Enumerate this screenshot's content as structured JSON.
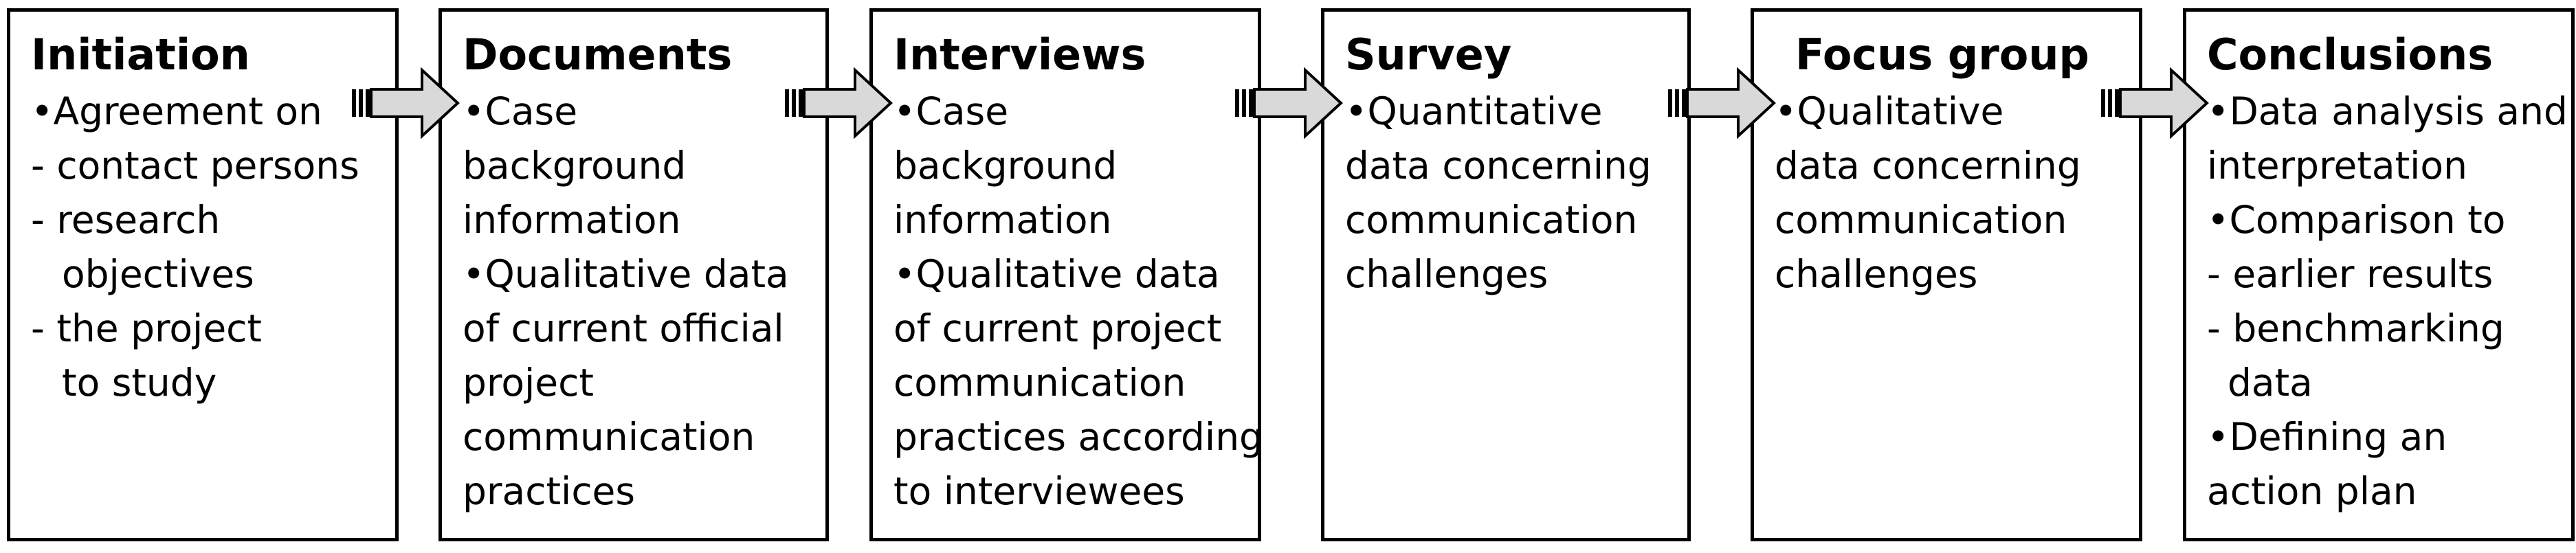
{
  "stages": [
    {
      "title": "Initiation",
      "lines": [
        "•Agreement on",
        "- contact persons",
        "- research",
        "   objectives",
        "- the project",
        "   to study"
      ]
    },
    {
      "title": "Documents",
      "lines": [
        "•Case",
        "background",
        "information",
        "•Qualitative data",
        "of current official",
        "project",
        "communication",
        "practices"
      ]
    },
    {
      "title": "Interviews",
      "lines": [
        "•Case",
        "background",
        "information",
        "•Qualitative data",
        "of current project",
        "communication",
        "practices according",
        "to interviewees"
      ]
    },
    {
      "title": "Survey",
      "lines": [
        "•Quantitative",
        "data concerning",
        "communication",
        "challenges"
      ]
    },
    {
      "title": "Focus group",
      "lines": [
        "•Qualitative",
        "data concerning",
        "communication",
        "challenges"
      ]
    },
    {
      "title": "Conclusions",
      "lines": [
        "•Data analysis and",
        "interpretation",
        "•Comparison to",
        "- earlier results",
        "- benchmarking",
        "  data",
        "•Defining an",
        "action plan"
      ]
    }
  ],
  "colors": {
    "box_border": "#000000",
    "arrow_fill": "#d9d9d9",
    "arrow_stroke": "#000000",
    "text": "#000000"
  },
  "icons": {
    "connector": "striped-block-arrow-icon"
  }
}
